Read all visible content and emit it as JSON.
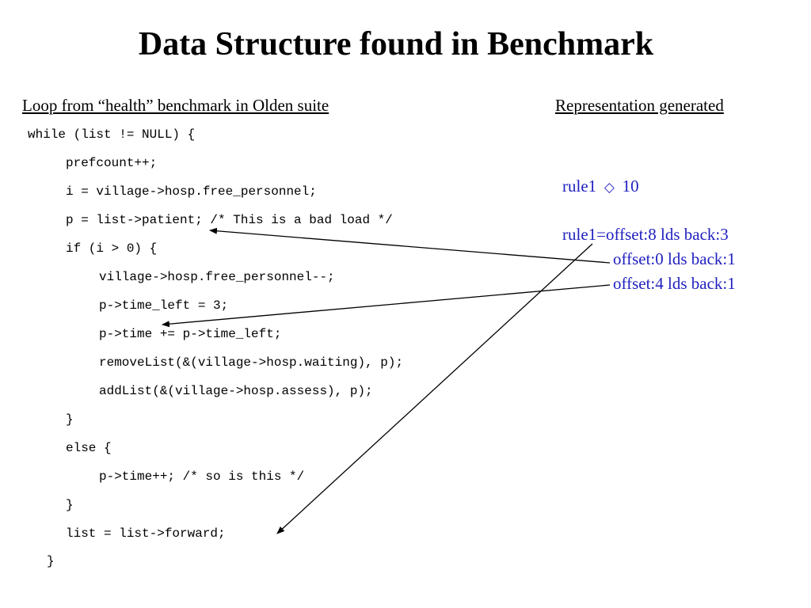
{
  "slide": {
    "title": "Data Structure found in Benchmark",
    "left_heading": "Loop from “health” benchmark in Olden suite",
    "right_heading": "Representation generated",
    "code": [
      "while (list != NULL) {",
      "prefcount++;",
      "i = village->hosp.free_personnel;",
      "p = list->patient; /* This is a bad load */",
      "if (i > 0) {",
      "village->hosp.free_personnel--;",
      "p->time_left = 3;",
      "p->time += p->time_left;",
      "removeList(&(village->hosp.waiting), p);",
      "addList(&(village->hosp.assess), p);",
      "}",
      "else {",
      "p->time++; /* so is this */",
      "}",
      "list = list->forward;",
      "}"
    ],
    "representation": {
      "rule_name": "rule1",
      "rule_value": "10",
      "rule_glyph_icon": "diamond-question-icon",
      "definition": "rule1=offset:8 lds back:3",
      "offset0": "offset:0 lds back:1",
      "offset4": "offset:4 lds back:1"
    },
    "colors": {
      "text": "#000000",
      "representation_text": "#1f1fbf",
      "background": "#ffffff"
    }
  }
}
